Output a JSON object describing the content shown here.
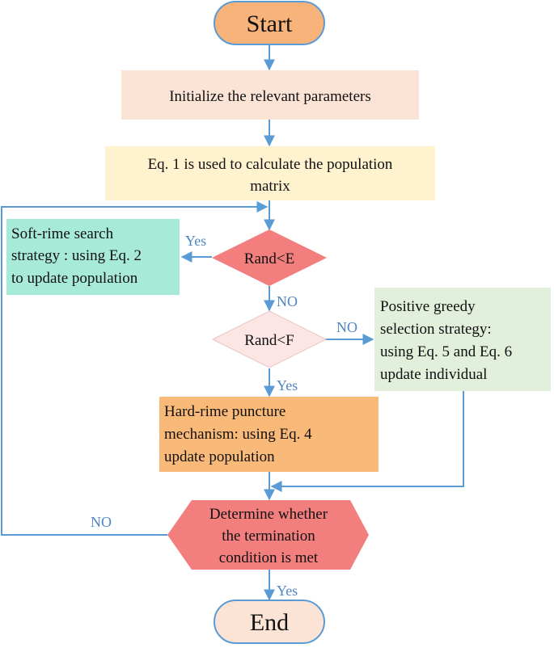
{
  "nodes": {
    "start": {
      "text": "Start",
      "fill": "#f8b37a"
    },
    "init": {
      "text": "Initialize the relevant parameters",
      "fill": "#fbe3d6"
    },
    "population": {
      "line1": "Eq. 1 is used to calculate the population",
      "line2": "matrix",
      "fill": "#fff3cf"
    },
    "rand_e": {
      "text": "Rand<E",
      "fill": "#f37e7e"
    },
    "soft_rime": {
      "line1": "Soft-rime search",
      "line2": "strategy : using Eq. 2",
      "line3": "to update population",
      "fill": "#a8ead8"
    },
    "rand_f": {
      "text": "Rand<F",
      "fill": "#fde5e5"
    },
    "greedy": {
      "line1": "Positive greedy",
      "line2": "selection strategy:",
      "line3": "using Eq. 5 and Eq. 6",
      "line4": "update individual",
      "fill": "#e2efda"
    },
    "hard_rime": {
      "line1": "Hard-rime puncture",
      "line2": "mechanism: using Eq. 4",
      "line3": "update population",
      "fill": "#f9b978"
    },
    "termination": {
      "line1": "Determine whether",
      "line2": "the termination",
      "line3": "condition is met",
      "fill": "#f37e7e"
    },
    "end": {
      "text": "End",
      "fill": "#fbe3d6"
    }
  },
  "edges": {
    "rand_e_yes": "Yes",
    "rand_e_no": "NO",
    "rand_f_no": "NO",
    "rand_f_yes": "Yes",
    "termination_no": "NO",
    "termination_yes": "Yes"
  },
  "colors": {
    "connector": "#5b9bd5",
    "edge_label": "#4f86c6"
  }
}
